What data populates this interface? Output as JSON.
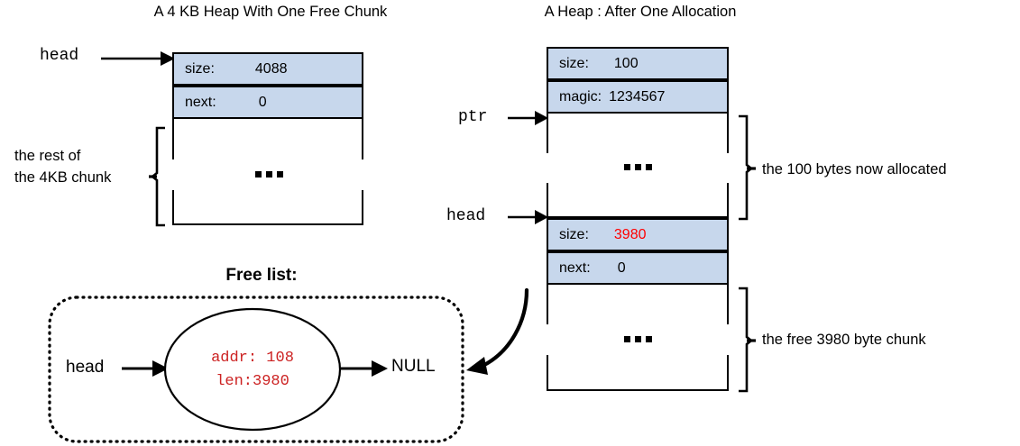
{
  "left_diagram": {
    "title": "A 4 KB Heap With One Free Chunk",
    "pointer_label": "head",
    "header_rows": [
      {
        "key": "size:",
        "value": "4088",
        "value_color": "#000000"
      },
      {
        "key": "next:",
        "value": "0",
        "value_color": "#000000"
      }
    ],
    "body_ellipsis": "...",
    "bracket_note_line1": "the rest of",
    "bracket_note_line2": "the 4KB chunk"
  },
  "right_diagram": {
    "title": "A Heap : After One Allocation",
    "allocated_header_rows": [
      {
        "key": "size:",
        "value": "100",
        "value_color": "#000000"
      },
      {
        "key": "magic:",
        "value": "1234567",
        "value_color": "#000000"
      }
    ],
    "free_header_rows": [
      {
        "key": "size:",
        "value": "3980",
        "value_color": "#ff0000"
      },
      {
        "key": "next:",
        "value": "0",
        "value_color": "#000000"
      }
    ],
    "ptr_label": "ptr",
    "head_label": "head",
    "allocated_ellipsis": "...",
    "free_ellipsis": "...",
    "allocated_note": "the 100 bytes now allocated",
    "free_note": "the free 3980 byte chunk"
  },
  "free_list": {
    "title": "Free list:",
    "head_label": "head",
    "node_line1": "addr: 108",
    "node_line2": "len:3980",
    "null_label": "NULL"
  },
  "colors": {
    "header_fill": "#c7d7ec",
    "stroke": "#000000",
    "highlight_red": "#ff0000",
    "node_text_red": "#cc2222"
  }
}
